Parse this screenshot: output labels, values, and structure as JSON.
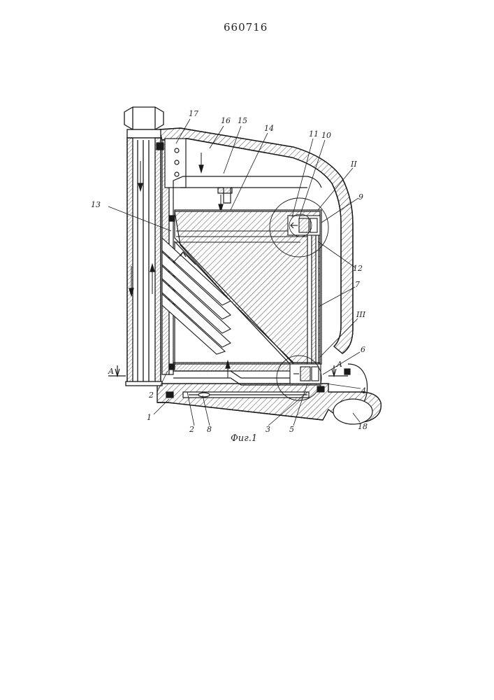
{
  "document": {
    "patent_number": "660716",
    "figure_caption": "Фиг.1"
  },
  "callouts": {
    "n1": "1",
    "n2a": "2",
    "n2b": "2",
    "n3": "3",
    "n4": "4",
    "n5": "5",
    "n6": "6",
    "n7": "7",
    "n8": "8",
    "n9": "9",
    "n10": "10",
    "n11": "11",
    "n12": "12",
    "n13": "13",
    "n14": "14",
    "n15": "15",
    "n16": "16",
    "n17": "17",
    "n18": "18",
    "detail2": "II",
    "detail3": "III",
    "sectionA_left": "A",
    "sectionA_right": "A"
  },
  "colors": {
    "ink": "#1a1a1a",
    "paper": "#ffffff"
  }
}
